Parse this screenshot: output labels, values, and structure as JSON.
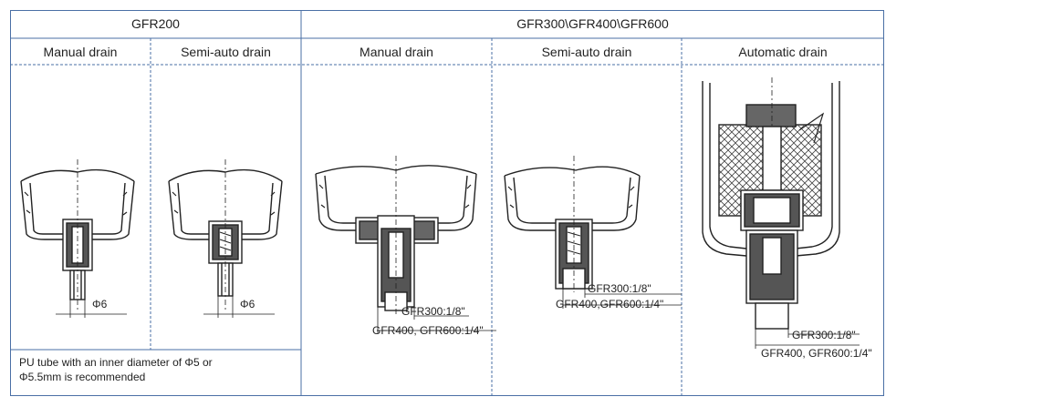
{
  "table": {
    "group_headers": [
      "GFR200",
      "GFR300\\GFR400\\GFR600"
    ],
    "columns": [
      "Manual drain",
      "Semi-auto drain",
      "Manual drain",
      "Semi-auto drain",
      "Automatic drain"
    ]
  },
  "figures": {
    "gfr200_manual": {
      "dim": "Φ6"
    },
    "gfr200_semi": {
      "dim": "Φ6"
    },
    "gfr300_manual": {
      "thread_a": "GFR300:1/8\"",
      "thread_b": "GFR400, GFR600:1/4\""
    },
    "gfr300_semi": {
      "thread_a": "GFR300:1/8\"",
      "thread_b": "GFR400,GFR600:1/4\""
    },
    "gfr300_auto": {
      "thread_a": "GFR300:1/8\"",
      "thread_b": "GFR400, GFR600:1/4\""
    }
  },
  "note": {
    "line1": "PU tube with an inner diameter of Φ5 or",
    "line2": "Φ5.5mm  is recommended"
  },
  "colors": {
    "border": "#4a6fa5",
    "drawing": "#222222"
  }
}
